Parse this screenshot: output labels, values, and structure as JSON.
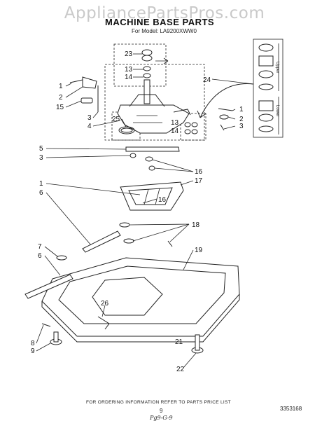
{
  "watermark": "AppliancePartsPros.com",
  "title": "MACHINE BASE PARTS",
  "subtitle": "For Model: LA9200XWW0",
  "footer": {
    "ordering_note": "FOR ORDERING INFORMATION REFER TO PARTS PRICE LIST",
    "page_number": "9",
    "document_number": "3353168",
    "handwritten_note": "Pg9-G-9"
  },
  "inset": {
    "upper_label": "Upper",
    "lower_label": "Lower"
  },
  "callouts": {
    "c23": "23",
    "c13a": "13",
    "c14a": "14",
    "c24": "24",
    "c1a": "1",
    "c2a": "2",
    "c15": "15",
    "c3a": "3",
    "c4": "4",
    "c25": "25",
    "c1b": "1",
    "c2b": "2",
    "c3b": "3",
    "c13b": "13",
    "c14b": "14",
    "c5": "5",
    "c3c": "3",
    "c16a": "16",
    "c17": "17",
    "c1c": "1",
    "c6a": "6",
    "c16b": "16",
    "c18": "18",
    "c7": "7",
    "c6b": "6",
    "c19": "19",
    "c26": "26",
    "c8": "8",
    "c9": "9",
    "c21": "21",
    "c22": "22"
  }
}
